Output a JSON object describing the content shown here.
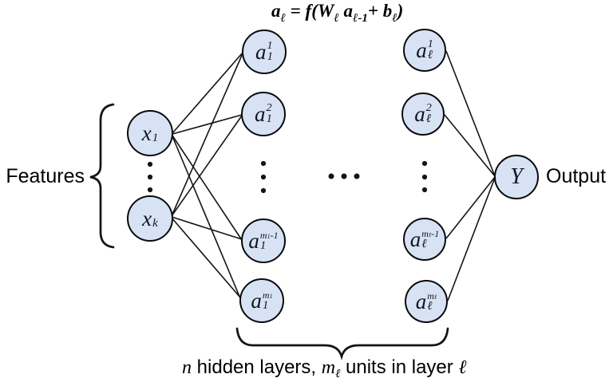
{
  "formula": {
    "a": "a",
    "a_sub": "ℓ",
    "eq": " = ",
    "f": "f(",
    "W": "W",
    "W_sub": "ℓ",
    "a2": "a",
    "a2_sub": "ℓ-1",
    "plus": "+ ",
    "b": "b",
    "b_sub": "ℓ",
    "close": ")"
  },
  "labels": {
    "features": "Features",
    "output": "Output"
  },
  "caption": {
    "n": "n",
    "t1": " hidden layers, ",
    "m": "m",
    "m_sub": "ℓ",
    "t2": " units in layer ",
    "l": "ℓ"
  },
  "nodes": {
    "x1": {
      "base": "x",
      "sub": "1"
    },
    "xk": {
      "base": "x",
      "sub": "k"
    },
    "a11": {
      "base": "a",
      "sub": "1",
      "sup": "1"
    },
    "a12": {
      "base": "a",
      "sub": "1",
      "sup": "2"
    },
    "a1m1": {
      "base": "a",
      "sub": "1",
      "sup_m": "m",
      "sup_m_sub": "1",
      "sup_tail": "-1"
    },
    "a1m": {
      "base": "a",
      "sub": "1",
      "sup_m": "m",
      "sup_m_sub": "1"
    },
    "al1": {
      "base": "a",
      "sub": "ℓ",
      "sup": "1"
    },
    "al2": {
      "base": "a",
      "sub": "ℓ",
      "sup": "2"
    },
    "alm1": {
      "base": "a",
      "sub": "ℓ",
      "sup_m": "m",
      "sup_m_sub": "ℓ",
      "sup_tail": "-1"
    },
    "alm": {
      "base": "a",
      "sub": "ℓ",
      "sup_m": "m",
      "sup_m_sub": "ℓ"
    },
    "y": {
      "base": "Y"
    }
  },
  "colors": {
    "node_fill": "#d7e3f5",
    "node_stroke": "#0a0a0a",
    "edge": "#141414"
  }
}
